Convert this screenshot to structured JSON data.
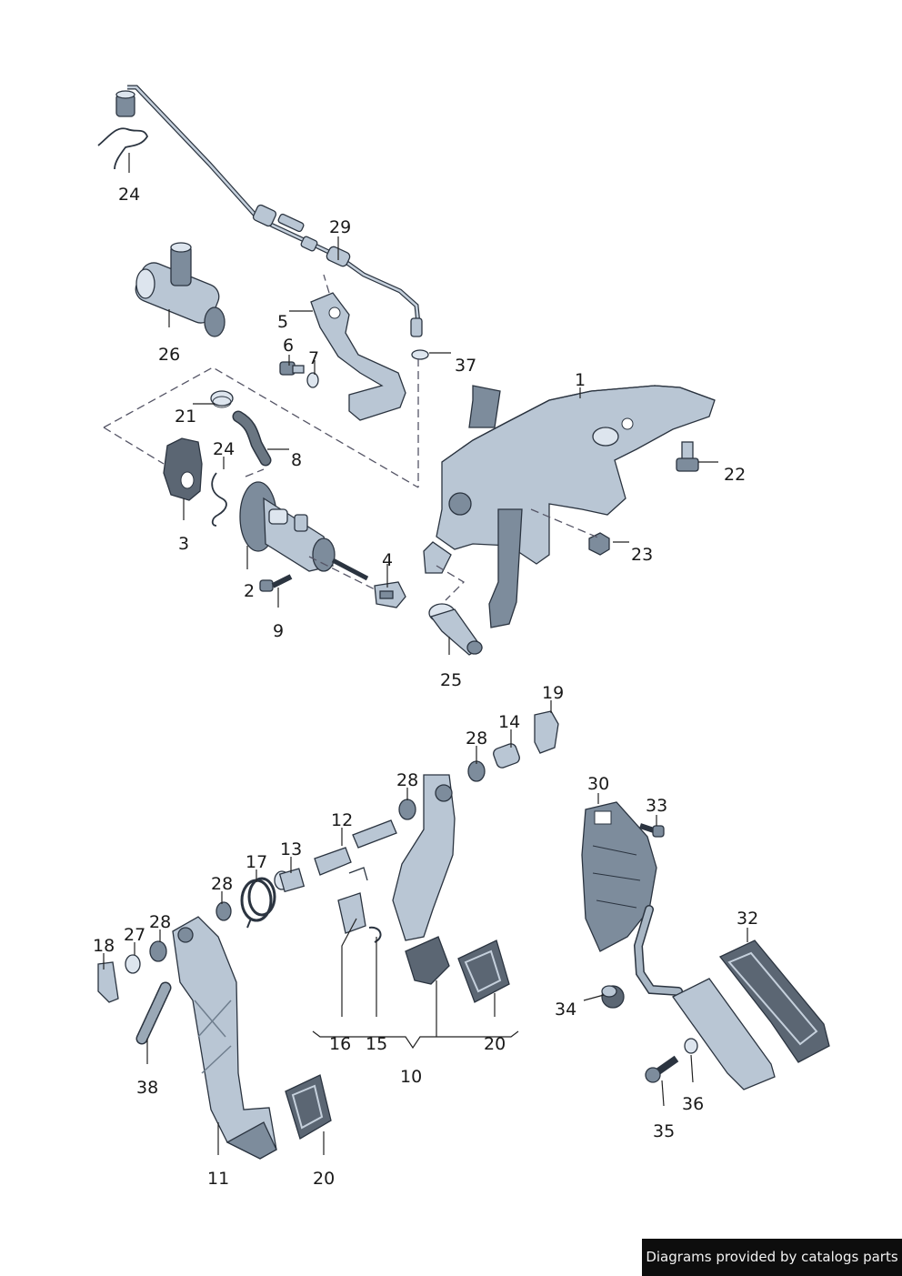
{
  "callouts": [
    {
      "id": "24a",
      "label": "24"
    },
    {
      "id": "29",
      "label": "29"
    },
    {
      "id": "26",
      "label": "26"
    },
    {
      "id": "5",
      "label": "5"
    },
    {
      "id": "6",
      "label": "6"
    },
    {
      "id": "7",
      "label": "7"
    },
    {
      "id": "37",
      "label": "37"
    },
    {
      "id": "1",
      "label": "1"
    },
    {
      "id": "21",
      "label": "21"
    },
    {
      "id": "24b",
      "label": "24"
    },
    {
      "id": "8",
      "label": "8"
    },
    {
      "id": "22",
      "label": "22"
    },
    {
      "id": "3",
      "label": "3"
    },
    {
      "id": "23",
      "label": "23"
    },
    {
      "id": "4",
      "label": "4"
    },
    {
      "id": "2",
      "label": "2"
    },
    {
      "id": "9",
      "label": "9"
    },
    {
      "id": "25",
      "label": "25"
    },
    {
      "id": "19",
      "label": "19"
    },
    {
      "id": "14",
      "label": "14"
    },
    {
      "id": "28a",
      "label": "28"
    },
    {
      "id": "28b",
      "label": "28"
    },
    {
      "id": "30",
      "label": "30"
    },
    {
      "id": "33",
      "label": "33"
    },
    {
      "id": "12",
      "label": "12"
    },
    {
      "id": "13",
      "label": "13"
    },
    {
      "id": "17",
      "label": "17"
    },
    {
      "id": "28c",
      "label": "28"
    },
    {
      "id": "32",
      "label": "32"
    },
    {
      "id": "18",
      "label": "18"
    },
    {
      "id": "27",
      "label": "27"
    },
    {
      "id": "28d",
      "label": "28"
    },
    {
      "id": "34",
      "label": "34"
    },
    {
      "id": "16",
      "label": "16"
    },
    {
      "id": "15",
      "label": "15"
    },
    {
      "id": "20a",
      "label": "20"
    },
    {
      "id": "10",
      "label": "10"
    },
    {
      "id": "38",
      "label": "38"
    },
    {
      "id": "36",
      "label": "36"
    },
    {
      "id": "35",
      "label": "35"
    },
    {
      "id": "11",
      "label": "11"
    },
    {
      "id": "20b",
      "label": "20"
    }
  ],
  "credit": "Diagrams provided by catalogs parts"
}
